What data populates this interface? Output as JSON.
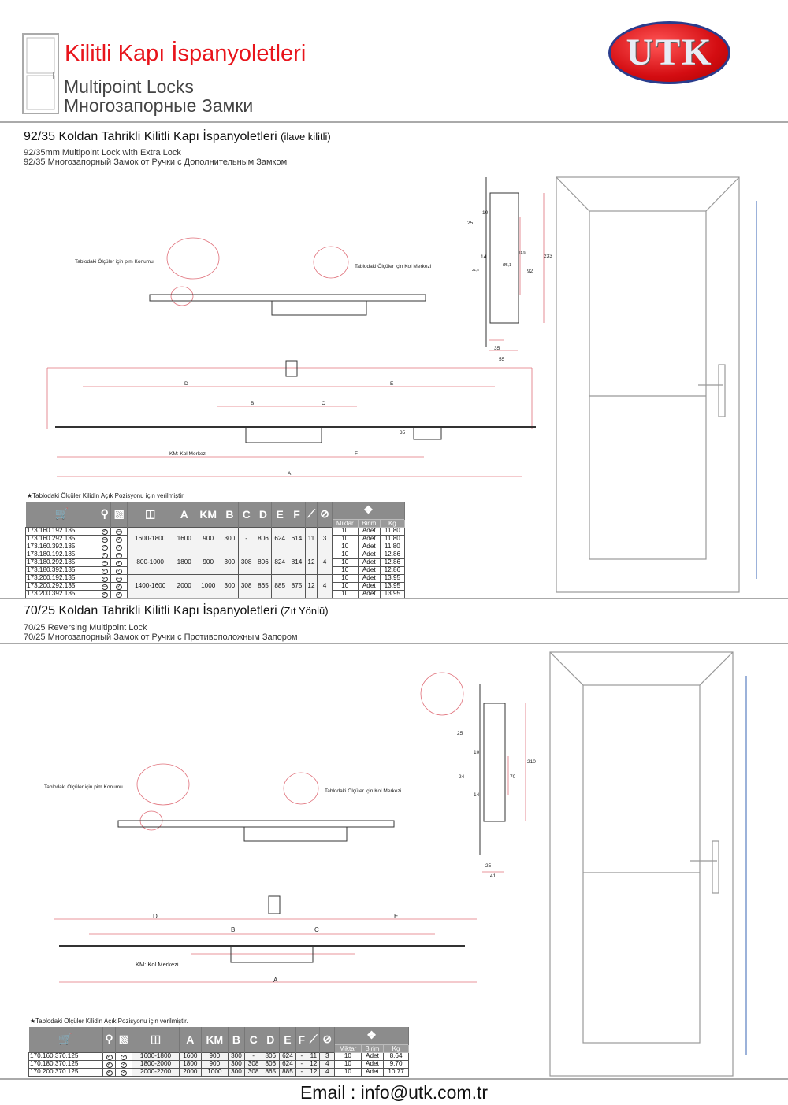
{
  "header": {
    "title": "Kilitli Kapı İspanyoletleri",
    "subtitle_en": "Multipoint Locks",
    "subtitle_ru": "Многозапорные Замки",
    "logo_text": "UTK"
  },
  "section1": {
    "title": "92/35 Koldan Tahrikli Kilitli Kapı İspanyoletleri",
    "title_suffix": "(ilave kilitli)",
    "sub_en": "92/35mm Multipoint Lock with Extra Lock",
    "sub_ru": "92/35 Многозапорный Замок от Ручки с Дополнительным Замком",
    "labels": {
      "pin": "Tablodaki Ölçüler için pim Konumu",
      "handle": "Tablodaki Ölçüler için Kol Merkezi",
      "D": "D",
      "E": "E",
      "B": "B",
      "C": "C",
      "d35": "35",
      "km": "KM: Kol Merkezi",
      "F": "F",
      "A": "A"
    },
    "lock_dims": {
      "d10": "10",
      "d25": "25",
      "d14": "14",
      "d215a": "21,5",
      "d215b": "21.5",
      "phi": "Ø5,1",
      "d92": "92",
      "d233": "233",
      "d35": "35",
      "d55": "55"
    },
    "note": "Tablodaki Ölçüler Kilidin Açık Pozisyonu için verilmiştir."
  },
  "section2": {
    "title": "70/25 Koldan Tahrikli Kilitli Kapı İspanyoletleri",
    "title_suffix": "(Zıt Yönlü)",
    "sub_en": "70/25 Reversing Multipoint Lock",
    "sub_ru": "70/25 Многозапорный Замок от Ручки с Противоположным Запором",
    "labels": {
      "pin": "Tablodaki Ölçüler için pim Konumu",
      "handle": "Tablodaki Ölçüler için Kol Merkezi",
      "D": "D",
      "E": "E",
      "B": "B",
      "C": "C",
      "km": "KM: Kol Merkezi",
      "A": "A"
    },
    "lock_dims": {
      "d25": "25",
      "d10": "10",
      "d24": "24",
      "d14": "14",
      "d70": "70",
      "d210": "210",
      "d25b": "25",
      "d41": "41"
    },
    "note": "Tablodaki Ölçüler Kilidin Açık Pozisyonu için verilmiştir."
  },
  "table_headers": {
    "A": "A",
    "KM": "KM",
    "B": "B",
    "C": "C",
    "D": "D",
    "E": "E",
    "F": "F",
    "qty": "Miktar",
    "unit": "Birim",
    "kg": "Kg"
  },
  "table1": {
    "groups": [
      {
        "range": "1600-1800",
        "A": "1600",
        "KM": "900",
        "B": "300",
        "C": "-",
        "D": "806",
        "E": "624",
        "F": "614",
        "screw": "11",
        "link": "3",
        "rows": [
          {
            "code": "173.160.192.135",
            "cyl": "check",
            "mech": "minus",
            "qty": "10",
            "unit": "Adet",
            "kg": "11.80"
          },
          {
            "code": "173.160.292.135",
            "cyl": "minus",
            "mech": "check",
            "qty": "10",
            "unit": "Adet",
            "kg": "11.80"
          },
          {
            "code": "173.160.392.135",
            "cyl": "check",
            "mech": "check",
            "qty": "10",
            "unit": "Adet",
            "kg": "11.80"
          }
        ]
      },
      {
        "range": "800-1000",
        "A": "1800",
        "KM": "900",
        "B": "300",
        "C": "308",
        "D": "806",
        "E": "824",
        "F": "814",
        "screw": "12",
        "link": "4",
        "rows": [
          {
            "code": "173.180.192.135",
            "cyl": "check",
            "mech": "minus",
            "qty": "10",
            "unit": "Adet",
            "kg": "12.86"
          },
          {
            "code": "173.180.292.135",
            "cyl": "minus",
            "mech": "check",
            "qty": "10",
            "unit": "Adet",
            "kg": "12.86"
          },
          {
            "code": "173.180.392.135",
            "cyl": "check",
            "mech": "check",
            "qty": "10",
            "unit": "Adet",
            "kg": "12.86"
          }
        ]
      },
      {
        "range": "1400-1600",
        "A": "2000",
        "KM": "1000",
        "B": "300",
        "C": "308",
        "D": "865",
        "E": "885",
        "F": "875",
        "screw": "12",
        "link": "4",
        "rows": [
          {
            "code": "173.200.192.135",
            "cyl": "check",
            "mech": "minus",
            "qty": "10",
            "unit": "Adet",
            "kg": "13.95"
          },
          {
            "code": "173.200.292.135",
            "cyl": "minus",
            "mech": "check",
            "qty": "10",
            "unit": "Adet",
            "kg": "13.95"
          },
          {
            "code": "173.200.392.135",
            "cyl": "check",
            "mech": "check",
            "qty": "10",
            "unit": "Adet",
            "kg": "13.95"
          }
        ]
      }
    ]
  },
  "table2": {
    "groups": [
      {
        "range": "1600-1800",
        "A": "1600",
        "KM": "900",
        "B": "300",
        "C": "-",
        "D": "806",
        "E": "624",
        "F": "-",
        "screw": "11",
        "link": "3",
        "rows": [
          {
            "code": "170.160.370.125",
            "cyl": "check",
            "mech": "check",
            "qty": "10",
            "unit": "Adet",
            "kg": "8.64"
          }
        ]
      },
      {
        "range": "1800-2000",
        "A": "1800",
        "KM": "900",
        "B": "300",
        "C": "308",
        "D": "806",
        "E": "624",
        "F": "-",
        "screw": "12",
        "link": "4",
        "rows": [
          {
            "code": "170.180.370.125",
            "cyl": "check",
            "mech": "check",
            "qty": "10",
            "unit": "Adet",
            "kg": "9.70"
          }
        ]
      },
      {
        "range": "2000-2200",
        "A": "2000",
        "KM": "1000",
        "B": "300",
        "C": "308",
        "D": "865",
        "E": "885",
        "F": "-",
        "screw": "12",
        "link": "4",
        "rows": [
          {
            "code": "170.200.370.125",
            "cyl": "check",
            "mech": "check",
            "qty": "10",
            "unit": "Adet",
            "kg": "10.77"
          }
        ]
      }
    ]
  },
  "footer": {
    "email": "Email : info@utk.com.tr"
  },
  "colors": {
    "brand_red": "#e8141b",
    "dimension": "#e0707a",
    "hardware_blue": "#5a7fc0"
  }
}
